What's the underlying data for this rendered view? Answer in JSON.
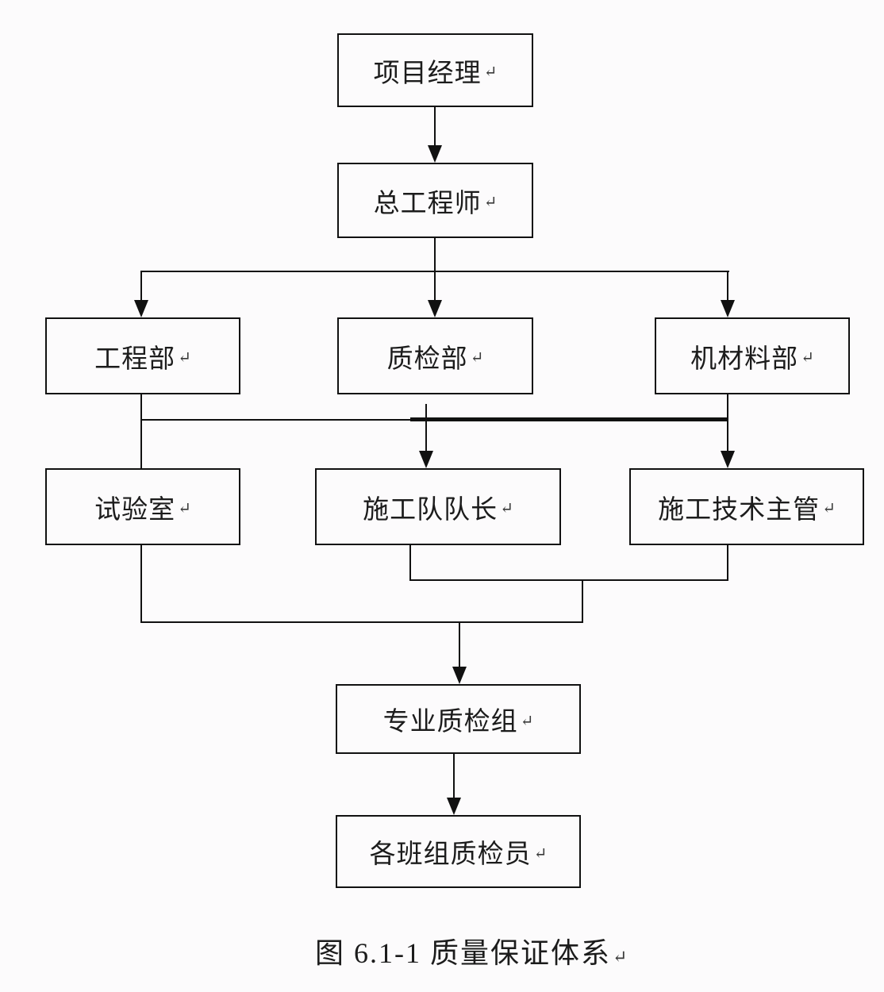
{
  "page": {
    "background_color": "#fcfbfc"
  },
  "colors": {
    "line": "#111111",
    "box_border": "#111111",
    "text": "#1c1c1c"
  },
  "diagram": {
    "type": "org-flowchart",
    "paragraph_mark": "↵",
    "nodes": {
      "project_manager": "项目经理",
      "chief_engineer": "总工程师",
      "engineering_dept": "工程部",
      "quality_inspection_dept": "质检部",
      "machinery_materials_dept": "机材料部",
      "laboratory": "试验室",
      "construction_team_leader": "施工队队长",
      "construction_tech_supervisor": "施工技术主管",
      "professional_quality_inspection_group": "专业质检组",
      "team_group_quality_inspectors": "各班组质检员"
    },
    "edges": [
      "项目经理 → 总工程师",
      "总工程师 → 工程部",
      "总工程师 → 质检部",
      "总工程师 → 机材料部",
      "工程部 → 试验室",
      "质检部 → 施工队队长",
      "机材料部 → 施工技术主管",
      "试验室 + 施工队队长 + 施工技术主管 → 专业质检组",
      "专业质检组 → 各班组质检员"
    ],
    "caption": "图 6.1-1 质量保证体系"
  }
}
